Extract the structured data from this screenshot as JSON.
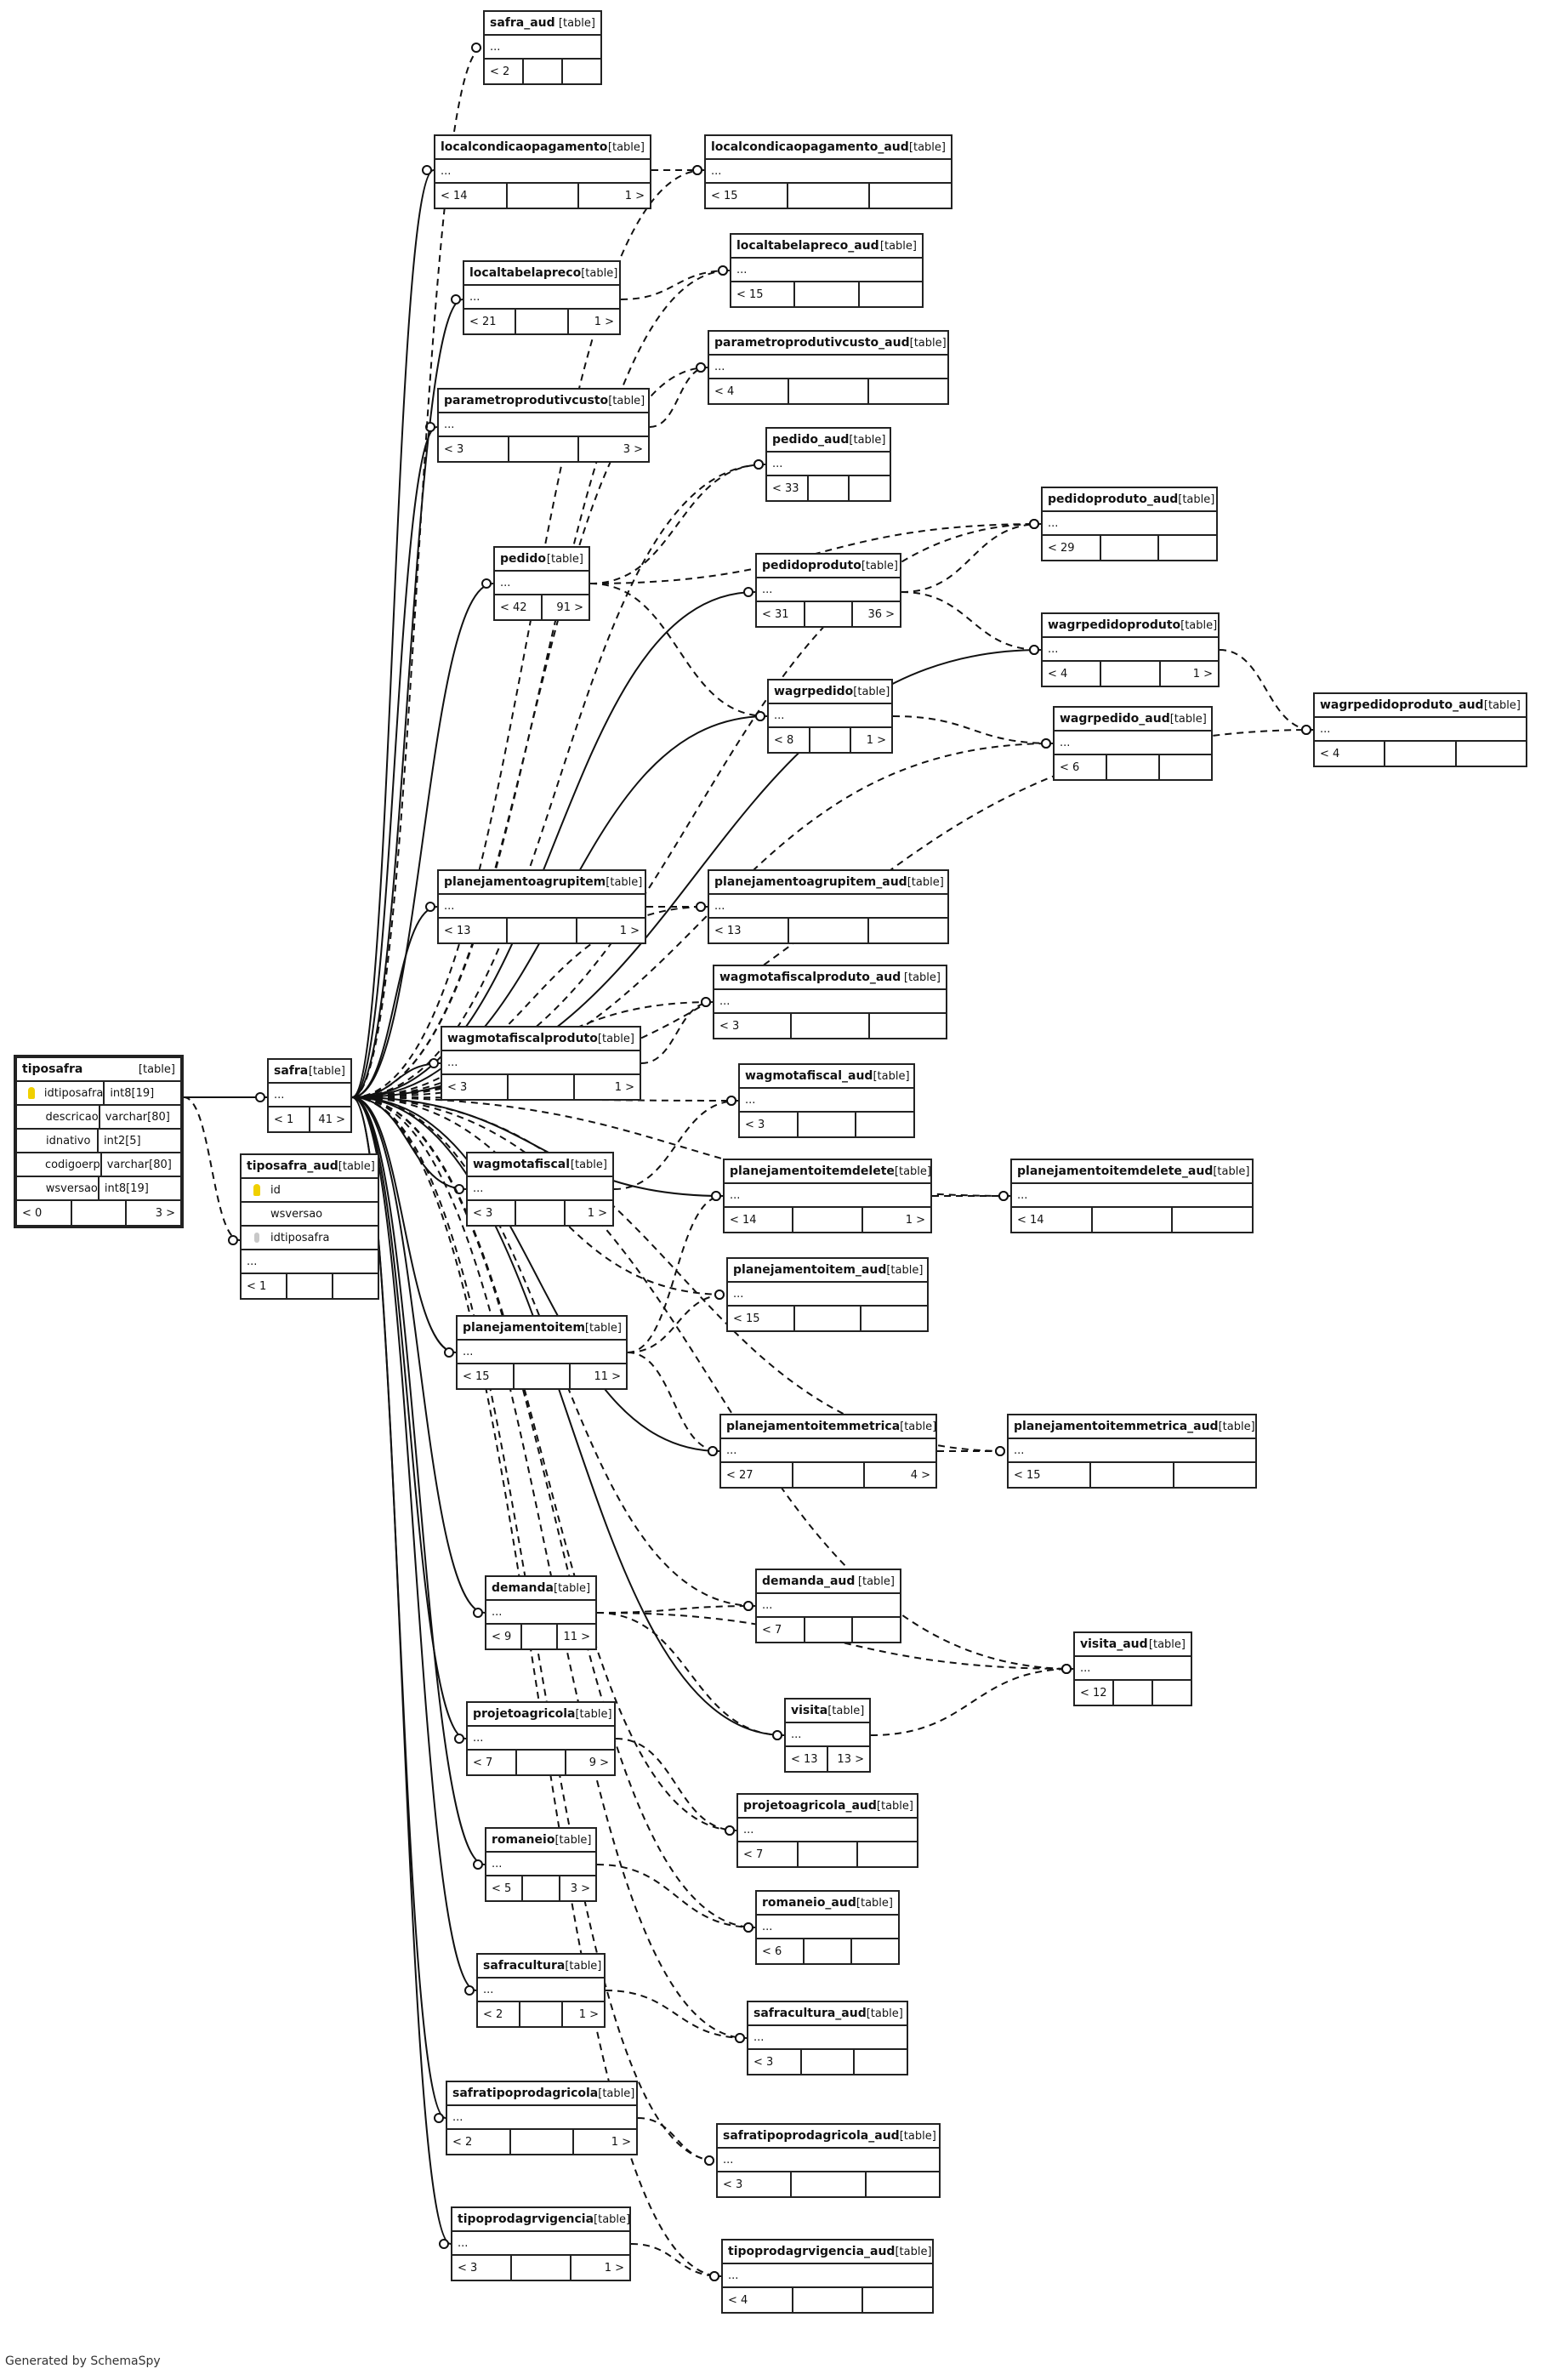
{
  "footer": "Generated by SchemaSpy",
  "type_label": "[table]",
  "tables": {
    "safra_aud": {
      "name": "safra_aud",
      "counts": [
        "< 2",
        "",
        ""
      ]
    },
    "localcondicaopagamento": {
      "name": "localcondicaopagamento",
      "counts": [
        "< 14",
        "",
        "1 >"
      ]
    },
    "localcondicaopagamento_aud": {
      "name": "localcondicaopagamento_aud",
      "counts": [
        "< 15",
        "",
        ""
      ]
    },
    "localtabelapreco": {
      "name": "localtabelapreco",
      "counts": [
        "< 21",
        "",
        "1 >"
      ]
    },
    "localtabelapreco_aud": {
      "name": "localtabelapreco_aud",
      "counts": [
        "< 15",
        "",
        ""
      ]
    },
    "parametroprodutivcusto_aud": {
      "name": "parametroprodutivcusto_aud",
      "counts": [
        "< 4",
        "",
        ""
      ]
    },
    "parametroprodutivcusto": {
      "name": "parametroprodutivcusto",
      "counts": [
        "< 3",
        "",
        "3 >"
      ]
    },
    "pedido_aud": {
      "name": "pedido_aud",
      "counts": [
        "< 33",
        "",
        ""
      ]
    },
    "pedidoproduto_aud": {
      "name": "pedidoproduto_aud",
      "counts": [
        "< 29",
        "",
        ""
      ]
    },
    "pedido": {
      "name": "pedido",
      "counts": [
        "< 42",
        "91 >"
      ]
    },
    "pedidoproduto": {
      "name": "pedidoproduto",
      "counts": [
        "< 31",
        "",
        "36 >"
      ]
    },
    "wagrpedidoproduto": {
      "name": "wagrpedidoproduto",
      "counts": [
        "< 4",
        "",
        "1 >"
      ]
    },
    "wagrpedido": {
      "name": "wagrpedido",
      "counts": [
        "< 8",
        "",
        "1 >"
      ]
    },
    "wagrpedidoproduto_aud": {
      "name": "wagrpedidoproduto_aud",
      "counts": [
        "< 4",
        "",
        ""
      ]
    },
    "wagrpedido_aud": {
      "name": "wagrpedido_aud",
      "counts": [
        "< 6",
        "",
        ""
      ]
    },
    "planejamentoagrupitem": {
      "name": "planejamentoagrupitem",
      "counts": [
        "< 13",
        "",
        "1 >"
      ]
    },
    "planejamentoagrupitem_aud": {
      "name": "planejamentoagrupitem_aud",
      "counts": [
        "< 13",
        "",
        ""
      ]
    },
    "wagmotafiscalproduto_aud": {
      "name": "wagmotafiscalproduto_aud",
      "counts": [
        "< 3",
        "",
        ""
      ]
    },
    "wagmotafiscalproduto": {
      "name": "wagmotafiscalproduto",
      "counts": [
        "< 3",
        "",
        "1 >"
      ]
    },
    "wagmotafiscal_aud": {
      "name": "wagmotafiscal_aud",
      "counts": [
        "< 3",
        "",
        ""
      ]
    },
    "safra": {
      "name": "safra",
      "counts": [
        "< 1",
        "41 >"
      ]
    },
    "tiposafra_aud": {
      "name": "tiposafra_aud",
      "counts": [
        "< 1",
        "",
        ""
      ]
    },
    "wagmotafiscal": {
      "name": "wagmotafiscal",
      "counts": [
        "< 3",
        "",
        "1 >"
      ]
    },
    "planejamentoitemdelete": {
      "name": "planejamentoitemdelete",
      "counts": [
        "< 14",
        "",
        "1 >"
      ]
    },
    "planejamentoitemdelete_aud": {
      "name": "planejamentoitemdelete_aud",
      "counts": [
        "< 14",
        "",
        ""
      ]
    },
    "planejamentoitem_aud": {
      "name": "planejamentoitem_aud",
      "counts": [
        "< 15",
        "",
        ""
      ]
    },
    "planejamentoitem": {
      "name": "planejamentoitem",
      "counts": [
        "< 15",
        "",
        "11 >"
      ]
    },
    "planejamentoitemmetrica": {
      "name": "planejamentoitemmetrica",
      "counts": [
        "< 27",
        "",
        "4 >"
      ]
    },
    "planejamentoitemmetrica_aud": {
      "name": "planejamentoitemmetrica_aud",
      "counts": [
        "< 15",
        "",
        ""
      ]
    },
    "demanda": {
      "name": "demanda",
      "counts": [
        "< 9",
        "",
        "11 >"
      ]
    },
    "demanda_aud": {
      "name": "demanda_aud",
      "counts": [
        "< 7",
        "",
        ""
      ]
    },
    "visita_aud": {
      "name": "visita_aud",
      "counts": [
        "< 12",
        "",
        ""
      ]
    },
    "visita": {
      "name": "visita",
      "counts": [
        "< 13",
        "13 >"
      ]
    },
    "projetoagricola": {
      "name": "projetoagricola",
      "counts": [
        "< 7",
        "",
        "9 >"
      ]
    },
    "projetoagricola_aud": {
      "name": "projetoagricola_aud",
      "counts": [
        "< 7",
        "",
        ""
      ]
    },
    "romaneio": {
      "name": "romaneio",
      "counts": [
        "< 5",
        "",
        "3 >"
      ]
    },
    "romaneio_aud": {
      "name": "romaneio_aud",
      "counts": [
        "< 6",
        "",
        ""
      ]
    },
    "safracultura": {
      "name": "safracultura",
      "counts": [
        "< 2",
        "",
        "1 >"
      ]
    },
    "safracultura_aud": {
      "name": "safracultura_aud",
      "counts": [
        "< 3",
        "",
        ""
      ]
    },
    "safratipoprodagricola": {
      "name": "safratipoprodagricola",
      "counts": [
        "< 2",
        "",
        "1 >"
      ]
    },
    "safratipoprodagricola_aud": {
      "name": "safratipoprodagricola_aud",
      "counts": [
        "< 3",
        "",
        ""
      ]
    },
    "tipoprodagrvigencia": {
      "name": "tipoprodagrvigencia",
      "counts": [
        "< 3",
        "",
        "1 >"
      ]
    },
    "tipoprodagrvigencia_aud": {
      "name": "tipoprodagrvigencia_aud",
      "counts": [
        "< 4",
        "",
        ""
      ]
    }
  },
  "tiposafra": {
    "name": "tiposafra",
    "columns": [
      {
        "key": "pk",
        "name": "idtiposafra",
        "type": "int8[19]"
      },
      {
        "key": "",
        "name": "descricao",
        "type": "varchar[80]"
      },
      {
        "key": "",
        "name": "idnativo",
        "type": "int2[5]"
      },
      {
        "key": "",
        "name": "codigoerp",
        "type": "varchar[80]"
      },
      {
        "key": "",
        "name": "wsversao",
        "type": "int8[19]"
      }
    ],
    "counts": [
      "< 0",
      "",
      "3 >"
    ]
  },
  "tiposafra_aud_cols": [
    {
      "key": "pk",
      "name": "id"
    },
    {
      "key": "",
      "name": "wsversao"
    },
    {
      "key": "fk",
      "name": "idtiposafra"
    }
  ],
  "ellipsis": "..."
}
